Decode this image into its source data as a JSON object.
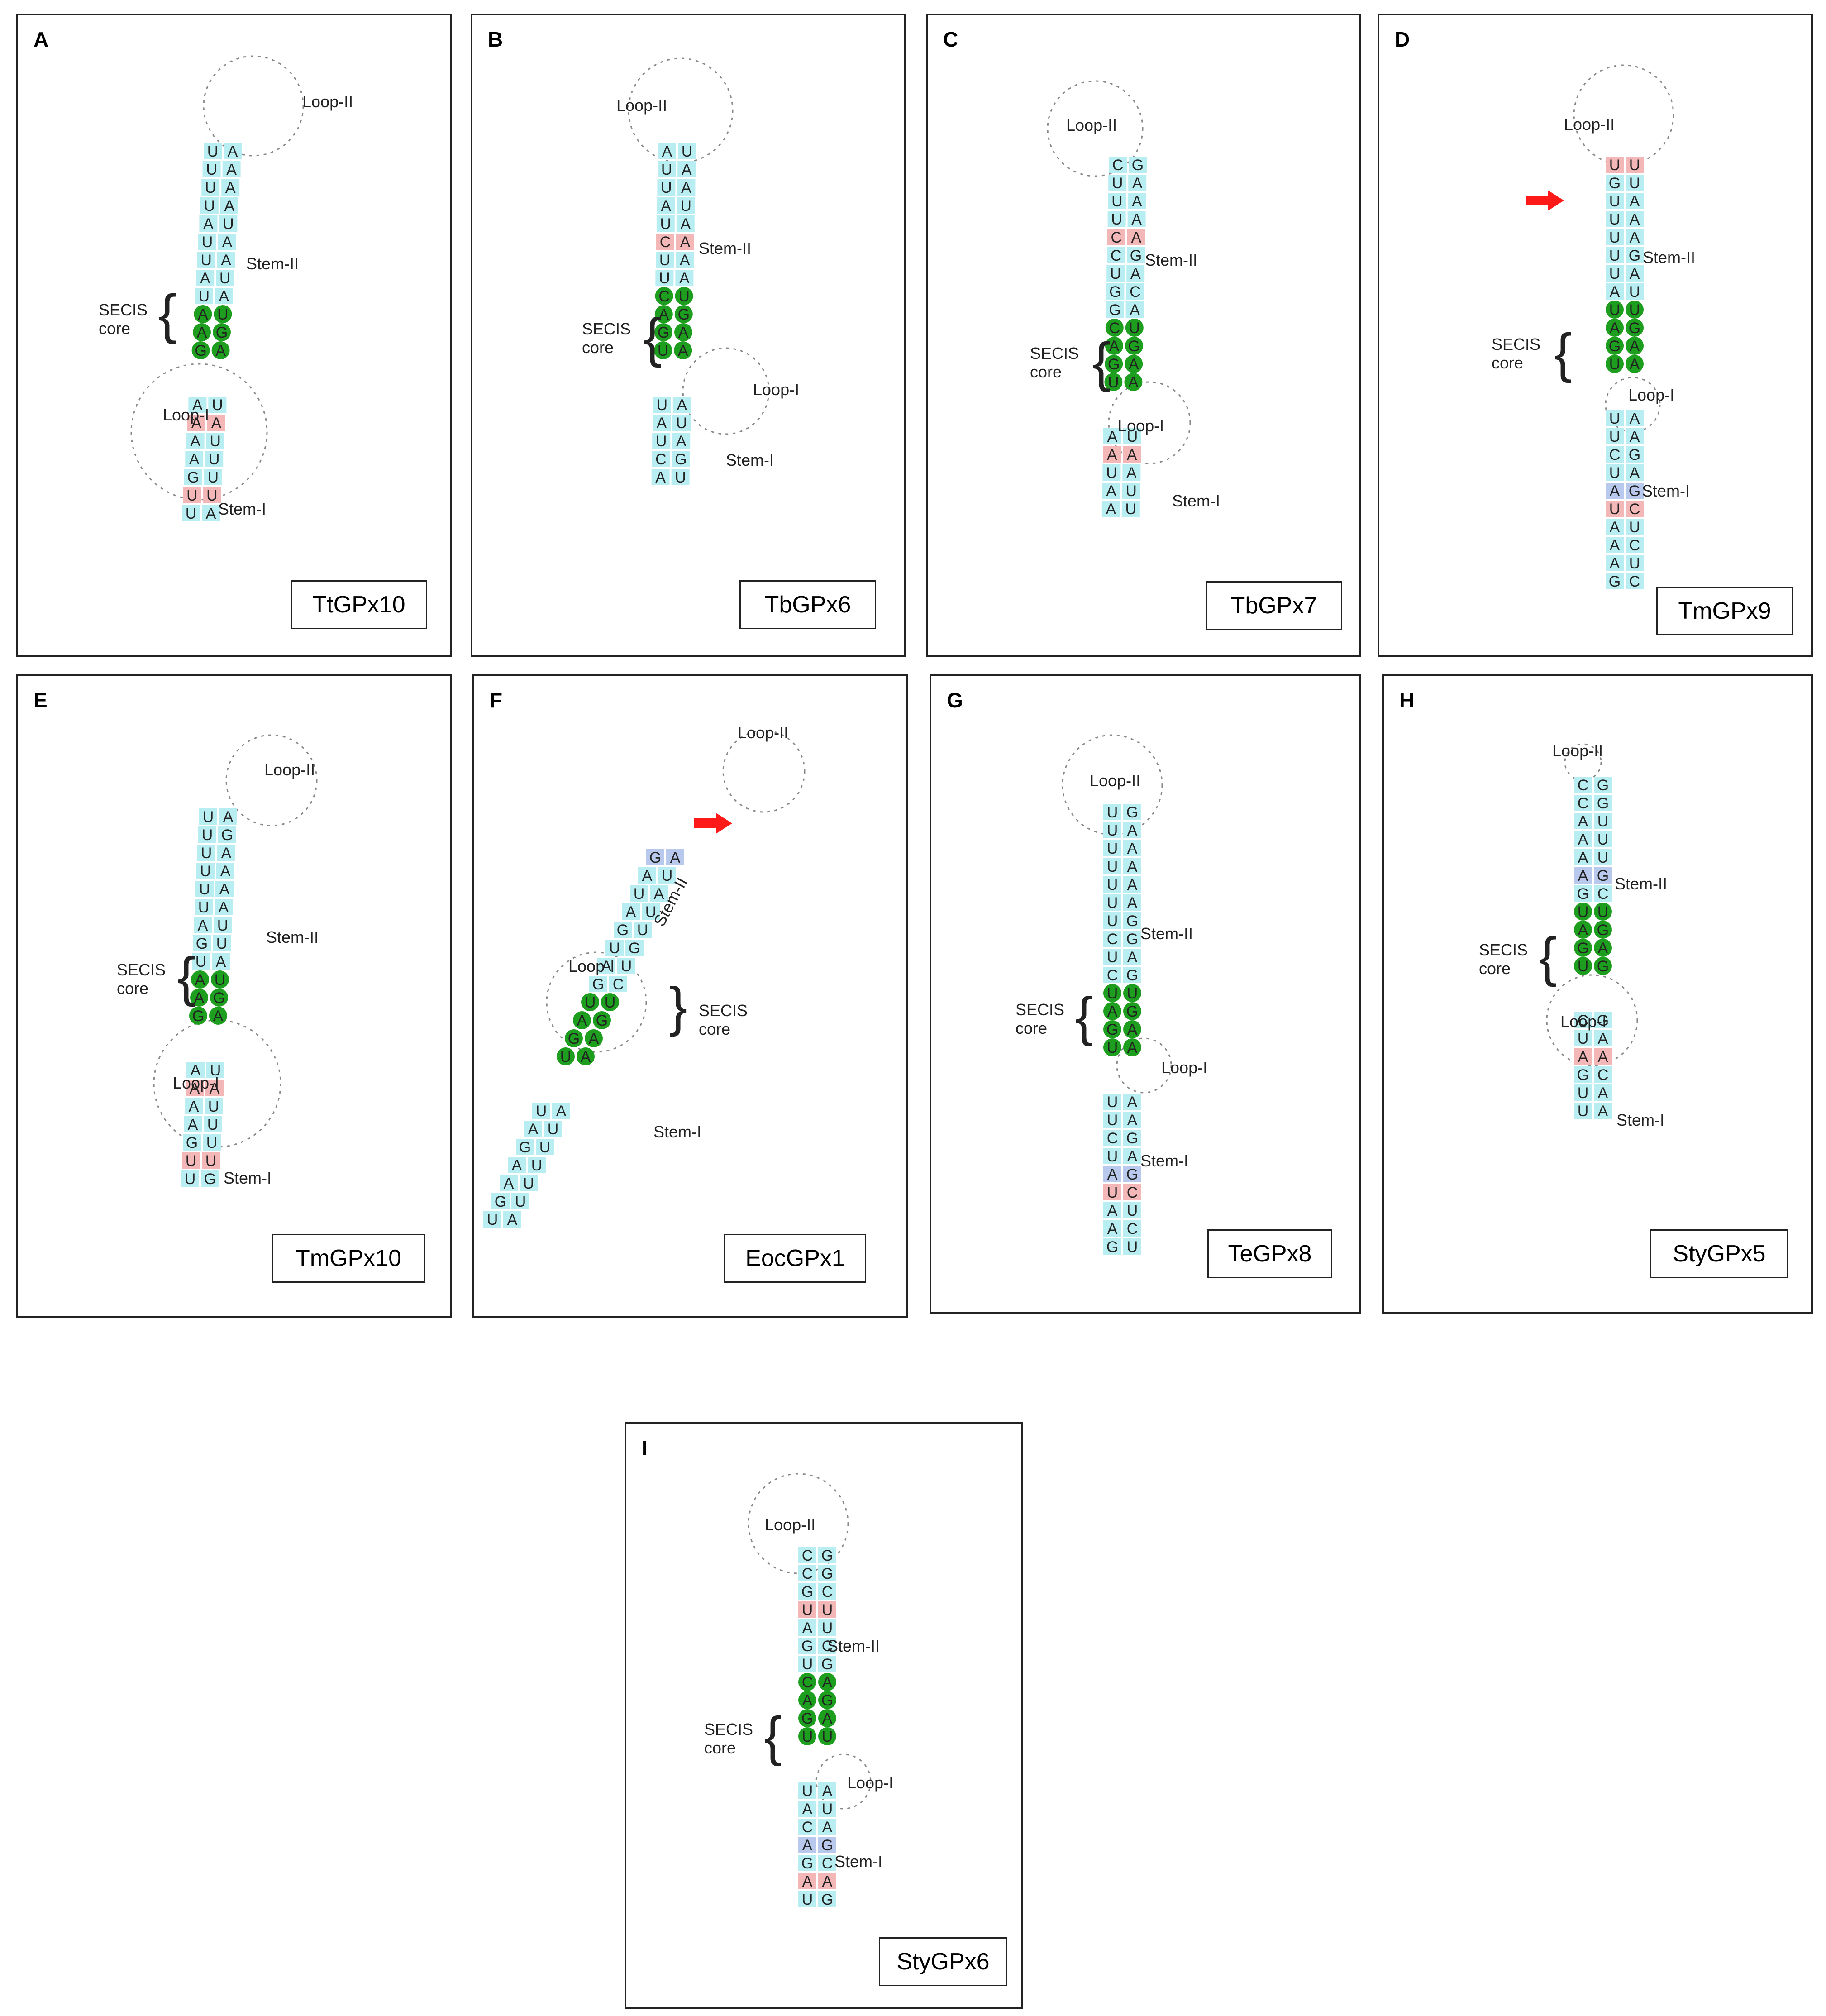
{
  "colors": {
    "pair": "#b8eef2",
    "mismatch": "#f3b7b7",
    "gu": "#b9c9ee",
    "core": "#1e9e1e",
    "arrow": "#ff1a1a"
  },
  "common": {
    "loop_ii": "Loop-II",
    "loop_i": "Loop-I",
    "stem_ii": "Stem-II",
    "stem_i": "Stem-I",
    "secis": "SECIS",
    "core": "core"
  },
  "panels": [
    {
      "letter": "A",
      "id": "TtGPx10",
      "arrow": false
    },
    {
      "letter": "B",
      "id": "TbGPx6",
      "arrow": false
    },
    {
      "letter": "C",
      "id": "TbGPx7",
      "arrow": false
    },
    {
      "letter": "D",
      "id": "TmGPx9",
      "arrow": true
    },
    {
      "letter": "E",
      "id": "TmGPx10",
      "arrow": false
    },
    {
      "letter": "F",
      "id": "EocGPx1",
      "arrow": true
    },
    {
      "letter": "G",
      "id": "TeGPx8",
      "arrow": false
    },
    {
      "letter": "H",
      "id": "StyGPx5",
      "arrow": false
    },
    {
      "letter": "I",
      "id": "StyGPx6",
      "arrow": false
    }
  ],
  "stems": {
    "A": {
      "stem_ii": [
        "UA",
        "UA",
        "UA",
        "UA",
        "AU",
        "UA",
        "UA",
        "AU",
        "UA"
      ],
      "core": [
        "AU",
        "AG",
        "GA"
      ],
      "stem_i": [
        "AU",
        "AA",
        "AU",
        "AU",
        "GU",
        "UU",
        "UA"
      ],
      "mismatch_i": [
        1,
        5
      ]
    },
    "B": {
      "stem_ii": [
        "AU",
        "UA",
        "UA",
        "AU",
        "UA",
        "CA",
        "UA",
        "UA"
      ],
      "core": [
        "CU",
        "AG",
        "GA",
        "UA"
      ],
      "stem_i": [
        "UA",
        "AU",
        "UA",
        "CG",
        "AU"
      ],
      "mismatch_ii": [
        5
      ]
    },
    "C": {
      "stem_ii": [
        "CG",
        "UA",
        "UA",
        "UA",
        "CA",
        "CG",
        "UA",
        "GC",
        "GA"
      ],
      "core": [
        "CU",
        "AG",
        "GA",
        "UA"
      ],
      "stem_i": [
        "AU",
        "AA",
        "UA",
        "AU",
        "AU"
      ],
      "mismatch_ii": [
        4
      ],
      "mismatch_i": [
        1
      ]
    },
    "D": {
      "stem_ii": [
        "UU",
        "GU",
        "UA",
        "UA",
        "UA",
        "UG",
        "UA",
        "AU"
      ],
      "core": [
        "UU",
        "AG",
        "GA",
        "UA"
      ],
      "stem_i": [
        "UA",
        "UA",
        "CG",
        "UA",
        "AG",
        "UC",
        "AU",
        "AC",
        "AU",
        "GC"
      ],
      "mismatch_ii": [
        0
      ],
      "gu_i": [
        4
      ],
      "mismatch_i": [
        5
      ]
    },
    "E": {
      "stem_ii": [
        "UA",
        "UG",
        "UA",
        "UA",
        "UA",
        "UA",
        "AU",
        "GU",
        "UA"
      ],
      "core": [
        "AU",
        "AG",
        "GA"
      ],
      "stem_i": [
        "AU",
        "AA",
        "AU",
        "AU",
        "GU",
        "UU",
        "UG"
      ],
      "mismatch_i": [
        1,
        5
      ]
    },
    "F": {
      "stem_ii": [
        "GA",
        "AU",
        "UA",
        "AU",
        "GU",
        "UG",
        "AU",
        "GC"
      ],
      "core": [
        "UU",
        "AG",
        "GA",
        "UA"
      ],
      "stem_i": [
        "UA",
        "AU",
        "GU",
        "AU",
        "AU",
        "GU",
        "UA"
      ],
      "gu_ii": [
        0
      ]
    },
    "G": {
      "stem_ii": [
        "UG",
        "UA",
        "UA",
        "UA",
        "UA",
        "UA",
        "UG",
        "CG",
        "UA",
        "CG"
      ],
      "core": [
        "UU",
        "AG",
        "GA",
        "UA"
      ],
      "stem_i": [
        "UA",
        "UA",
        "CG",
        "UA",
        "AG",
        "UC",
        "AU",
        "AC",
        "GU"
      ],
      "gu_i": [
        4
      ],
      "mismatch_i": [
        5
      ]
    },
    "H": {
      "stem_ii": [
        "CG",
        "CG",
        "AU",
        "AU",
        "AU",
        "AG",
        "GC"
      ],
      "core": [
        "UU",
        "AG",
        "GA",
        "UG"
      ],
      "stem_i": [
        "CG",
        "UA",
        "AA",
        "GC",
        "UA",
        "UA"
      ],
      "gu_ii": [
        5
      ],
      "mismatch_i": [
        2
      ]
    },
    "I": {
      "stem_ii": [
        "CG",
        "CG",
        "GC",
        "UU",
        "AU",
        "GC",
        "UG"
      ],
      "core": [
        "CA",
        "AG",
        "GA",
        "UU"
      ],
      "stem_i": [
        "UA",
        "AU",
        "CA",
        "AG",
        "GC",
        "AA",
        "UG"
      ],
      "mismatch_ii": [
        3
      ],
      "gu_i": [
        3
      ],
      "mismatch_i": [
        5
      ]
    }
  }
}
